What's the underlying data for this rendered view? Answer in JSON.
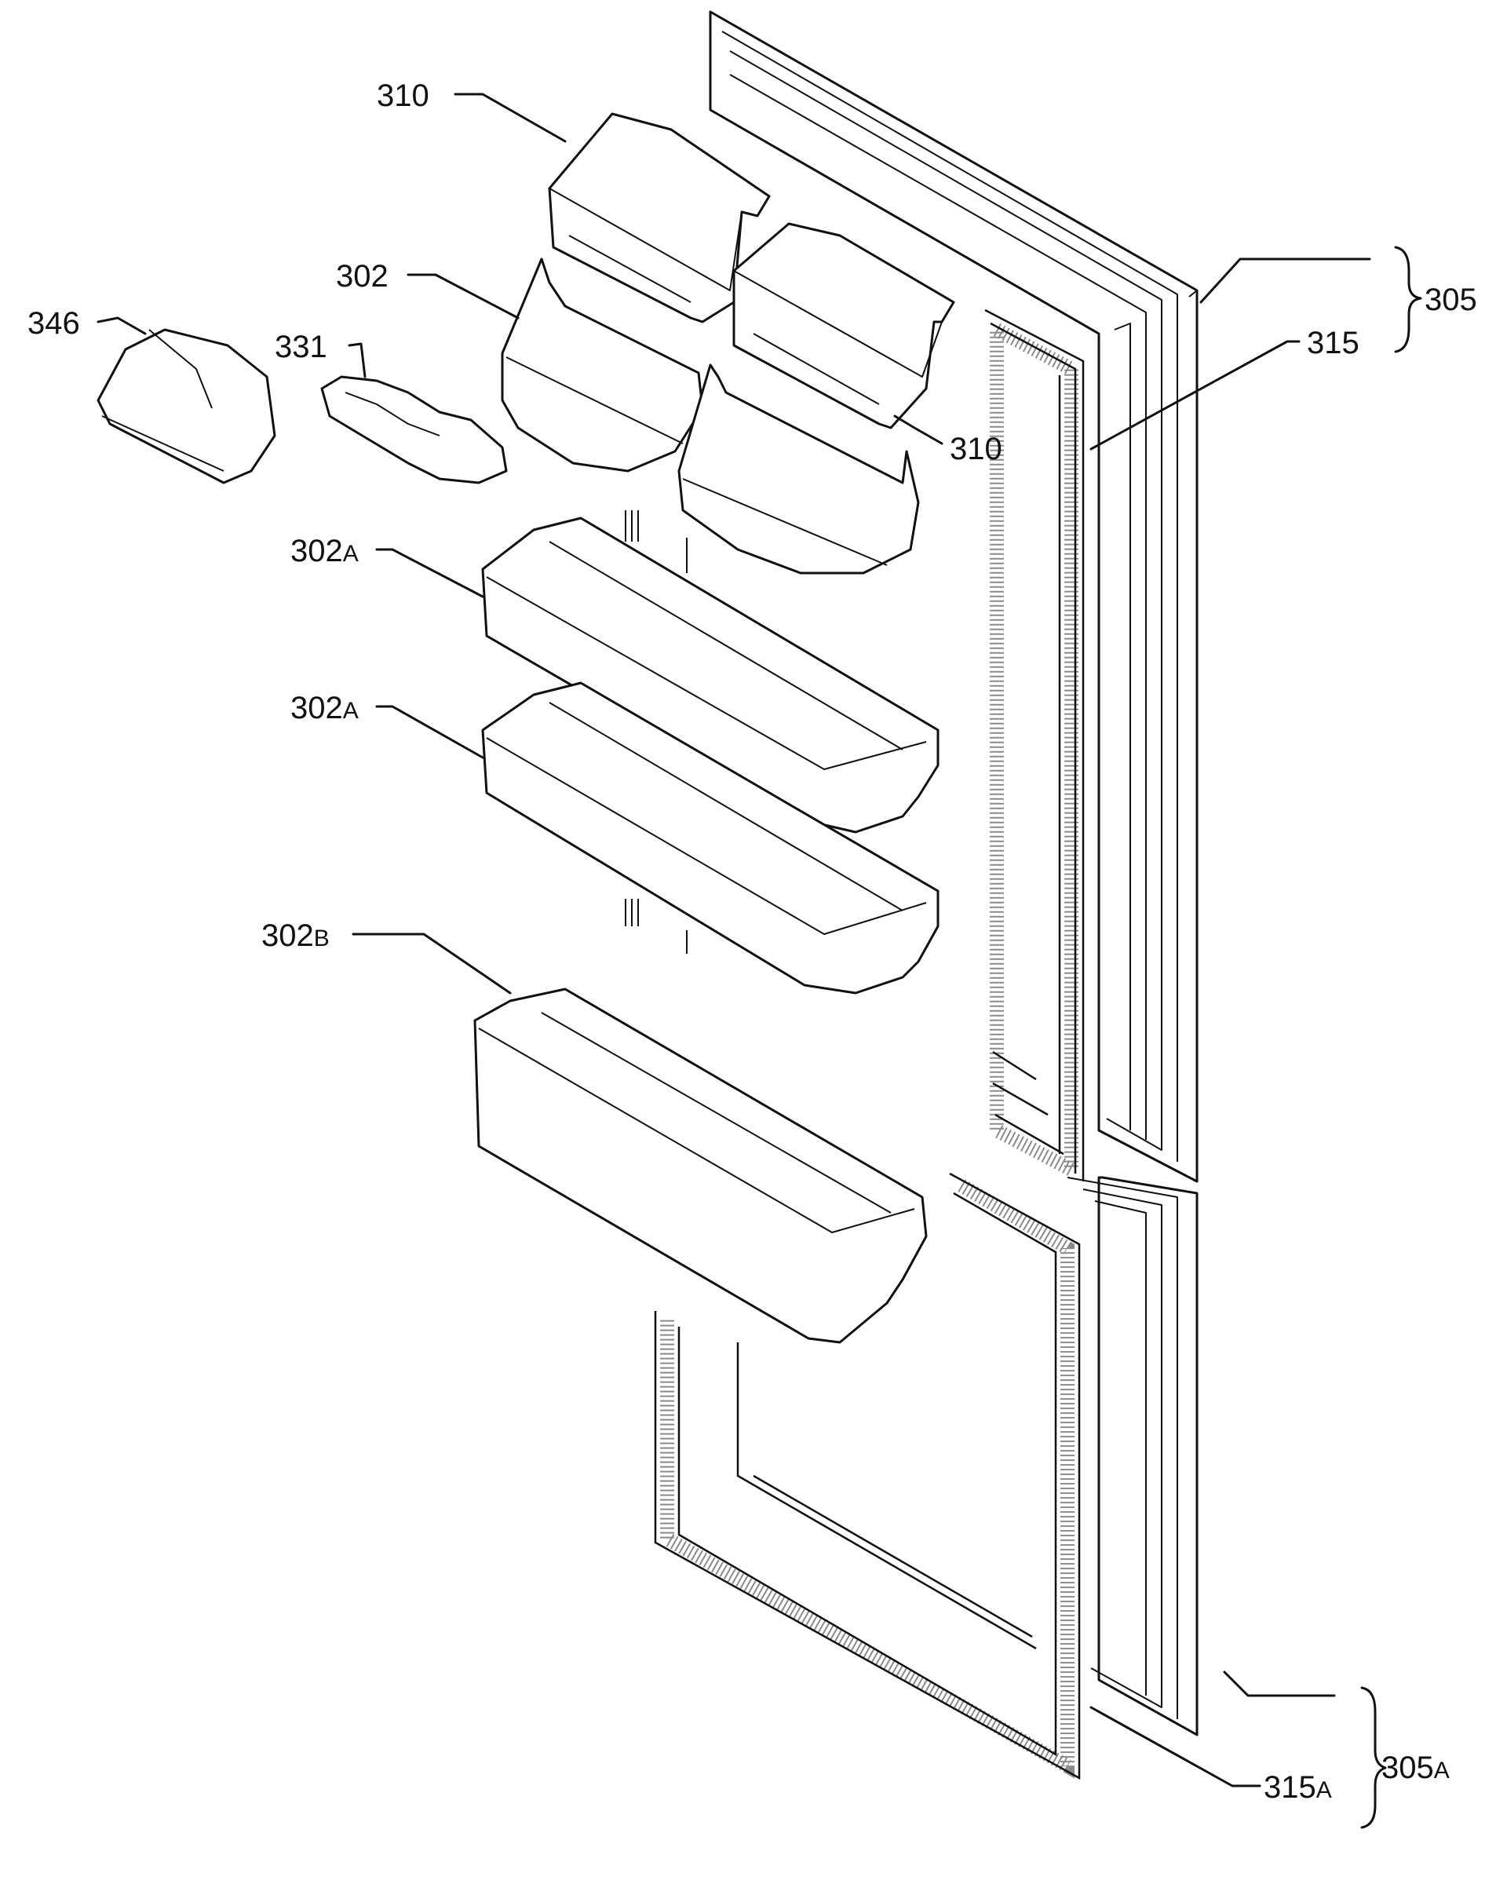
{
  "labels": [
    {
      "id": "l310a",
      "text": "310",
      "sub": ""
    },
    {
      "id": "l302",
      "text": "302",
      "sub": ""
    },
    {
      "id": "l346",
      "text": "346",
      "sub": ""
    },
    {
      "id": "l331",
      "text": "331",
      "sub": ""
    },
    {
      "id": "l310b",
      "text": "310",
      "sub": ""
    },
    {
      "id": "l302a1",
      "text": "302",
      "sub": "A"
    },
    {
      "id": "l302a2",
      "text": "302",
      "sub": "A"
    },
    {
      "id": "l302b",
      "text": "302",
      "sub": "B"
    },
    {
      "id": "l305",
      "text": "305",
      "sub": ""
    },
    {
      "id": "l315",
      "text": "315",
      "sub": ""
    },
    {
      "id": "l305a",
      "text": "305",
      "sub": "A"
    },
    {
      "id": "l315a",
      "text": "315",
      "sub": "A"
    }
  ]
}
